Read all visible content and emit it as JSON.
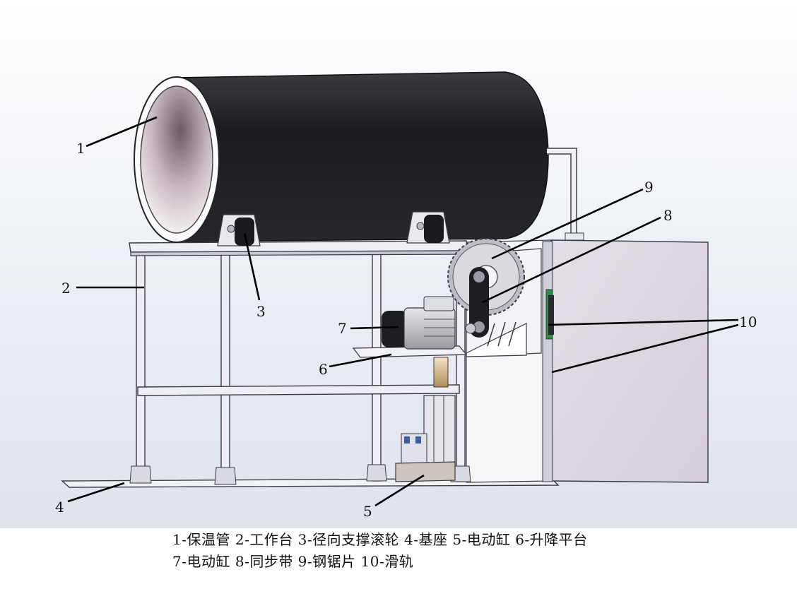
{
  "labels": {
    "n1": "1",
    "n2": "2",
    "n3": "3",
    "n4": "4",
    "n5": "5",
    "n6": "6",
    "n7": "7",
    "n8": "8",
    "n9": "9",
    "n10": "10"
  },
  "caption": {
    "line1": "1-保温管 2-工作台 3-径向支撑滚轮 4-基座 5-电动缸 6-升降平台",
    "line2": "7-电动缸 8-同步带 9-钢锯片 10-滑轨"
  }
}
